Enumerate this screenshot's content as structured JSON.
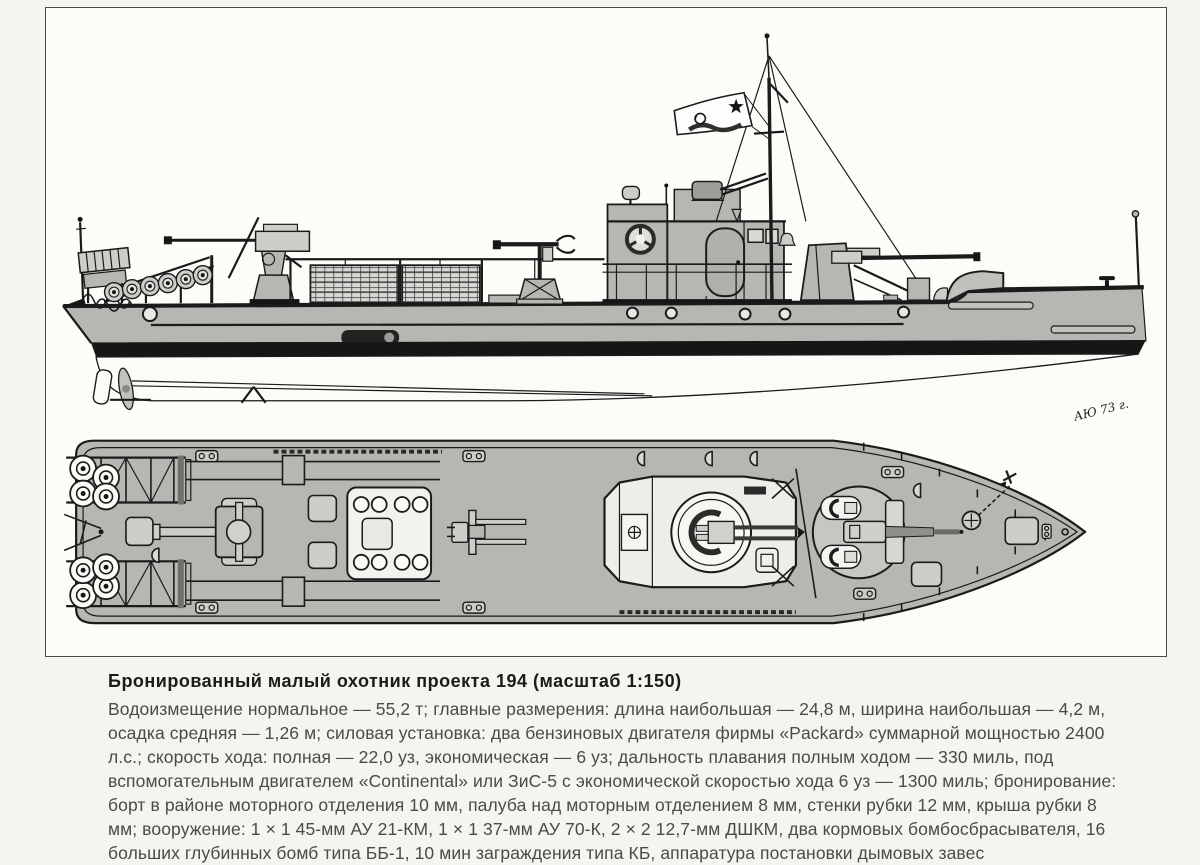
{
  "page": {
    "background": "#f4f4f1"
  },
  "frame": {
    "border_color": "#4a4a48",
    "background": "#fcfcf9"
  },
  "drawing": {
    "hull_color": "#b6b6b3",
    "line_color": "#1b1b1b",
    "waterline_color": "#161616",
    "flag": "soviet-naval-ensign-with-star",
    "signature": "АЮ 73 г."
  },
  "caption": {
    "title": "Бронированный малый охотник проекта 194 (масштаб 1:150)",
    "body": "Водоизмещение нормальное — 55,2 т; главные размерения: длина наибольшая — 24,8 м, ширина наибольшая — 4,2 м, осадка средняя  — 1,26 м; силовая установка: два бензиновых двигателя фирмы «Packard» суммарной мощностью 2400 л.с.; скорость хода: полная — 22,0 уз, экономическая — 6 уз; дальность плавания полным ходом — 330 миль, под вспомогательным двигателем «Continental» или ЗиС-5 с экономической скоростью хода 6 уз — 1300 миль; бронирование: борт в районе моторного отделения 10 мм, палуба над моторным отделением 8 мм, стенки рубки 12 мм, крыша рубки 8 мм; вооружение: 1 × 1 45-мм АУ 21-КМ, 1 × 1 37-мм АУ 70-К, 2 × 2 12,7-мм ДШКМ, два кормовых бомбосбрасывателя, 16 больших глубинных бомб типа ББ-1, 10 мин заграждения типа КБ, аппаратура постановки дымовых завес"
  }
}
